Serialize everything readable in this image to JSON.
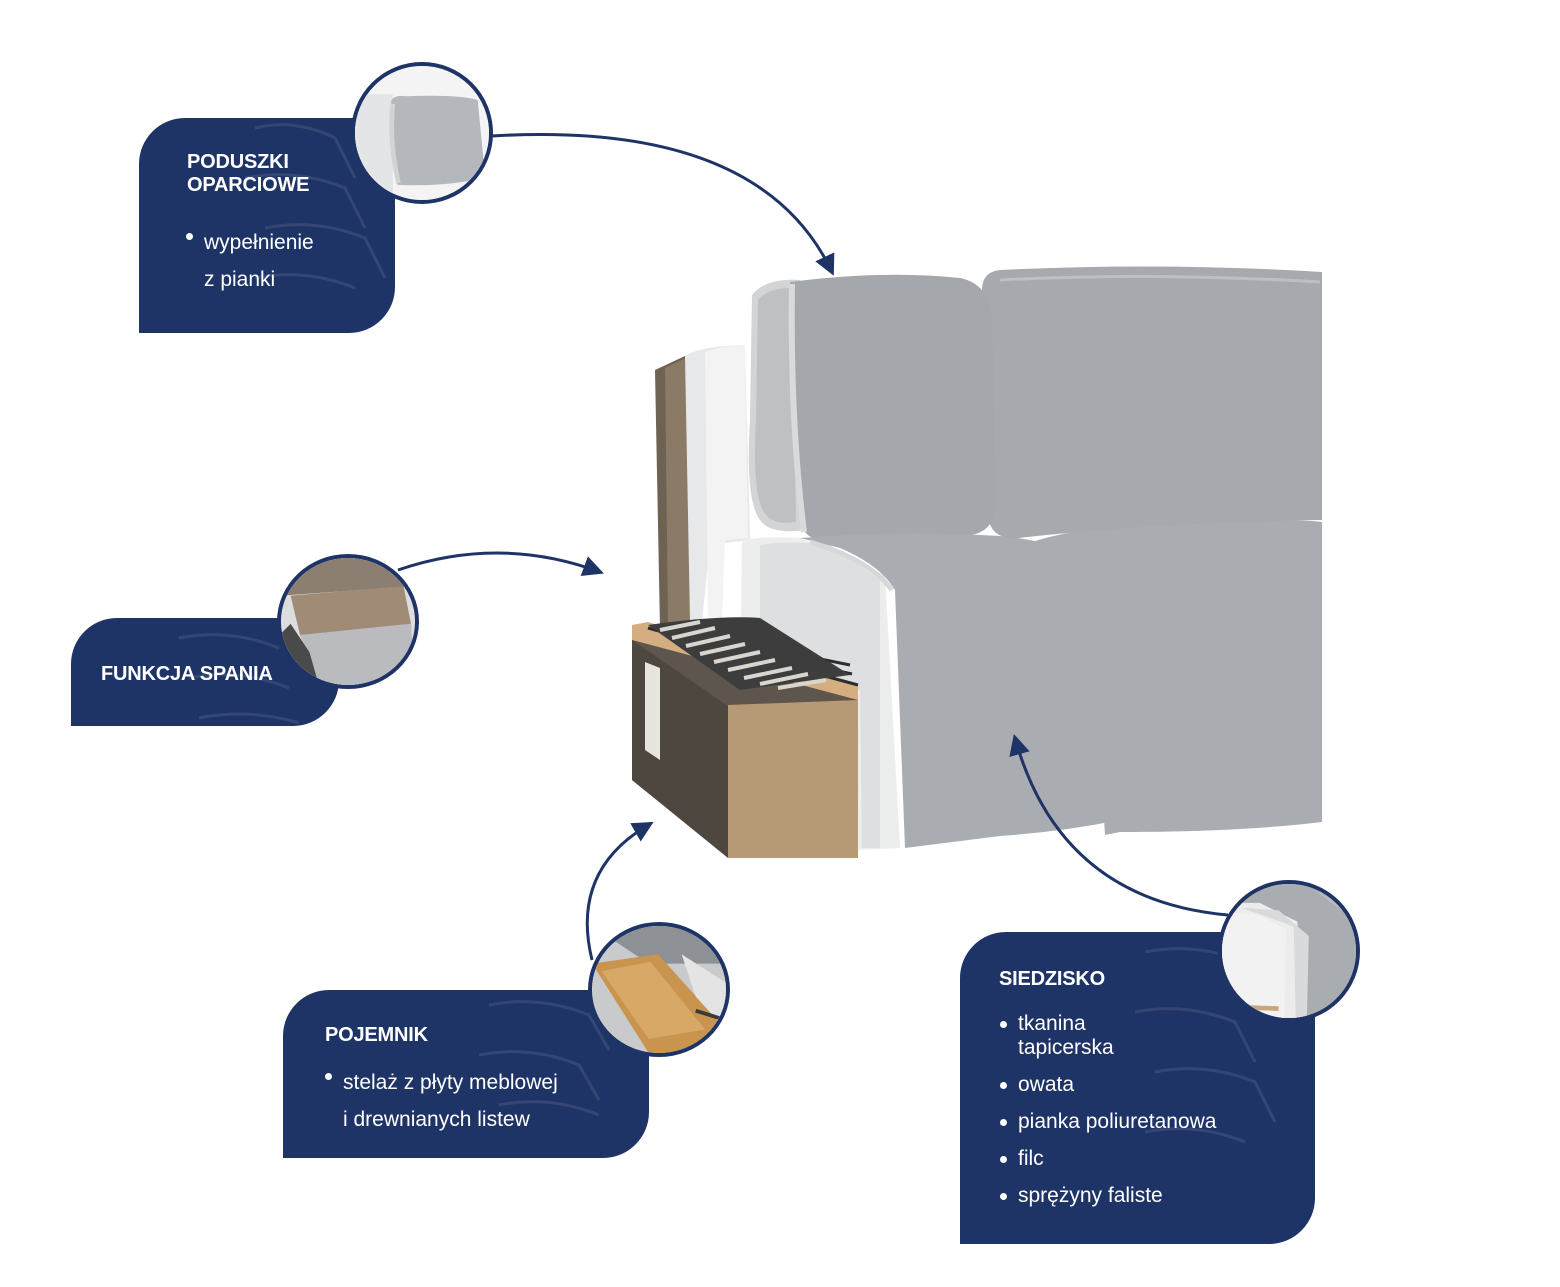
{
  "colors": {
    "navy": "#1f3466",
    "fabric": "#aeb1b6",
    "frame_wood": "#c9a57a",
    "background": "#ffffff"
  },
  "cards": {
    "backrest": {
      "title": "PODUSZKI\nOPARCIOWE",
      "items": [
        "wypełnienie\nz pianki"
      ],
      "thumb_icon": "backrest-cushion-detail"
    },
    "sleeping": {
      "title": "FUNKCJA SPANIA",
      "items": [],
      "thumb_icon": "sleeping-function-detail"
    },
    "container": {
      "title": "POJEMNIK",
      "items": [
        "stelaż z płyty meblowej\ni drewnianych listew"
      ],
      "thumb_icon": "storage-container-detail"
    },
    "seat": {
      "title": "SIEDZISKO",
      "items": [
        "tkanina\ntapicerska",
        "owata",
        "pianka poliuretanowa",
        "filc",
        "sprężyny faliste"
      ],
      "thumb_icon": "seat-layers-detail"
    }
  }
}
